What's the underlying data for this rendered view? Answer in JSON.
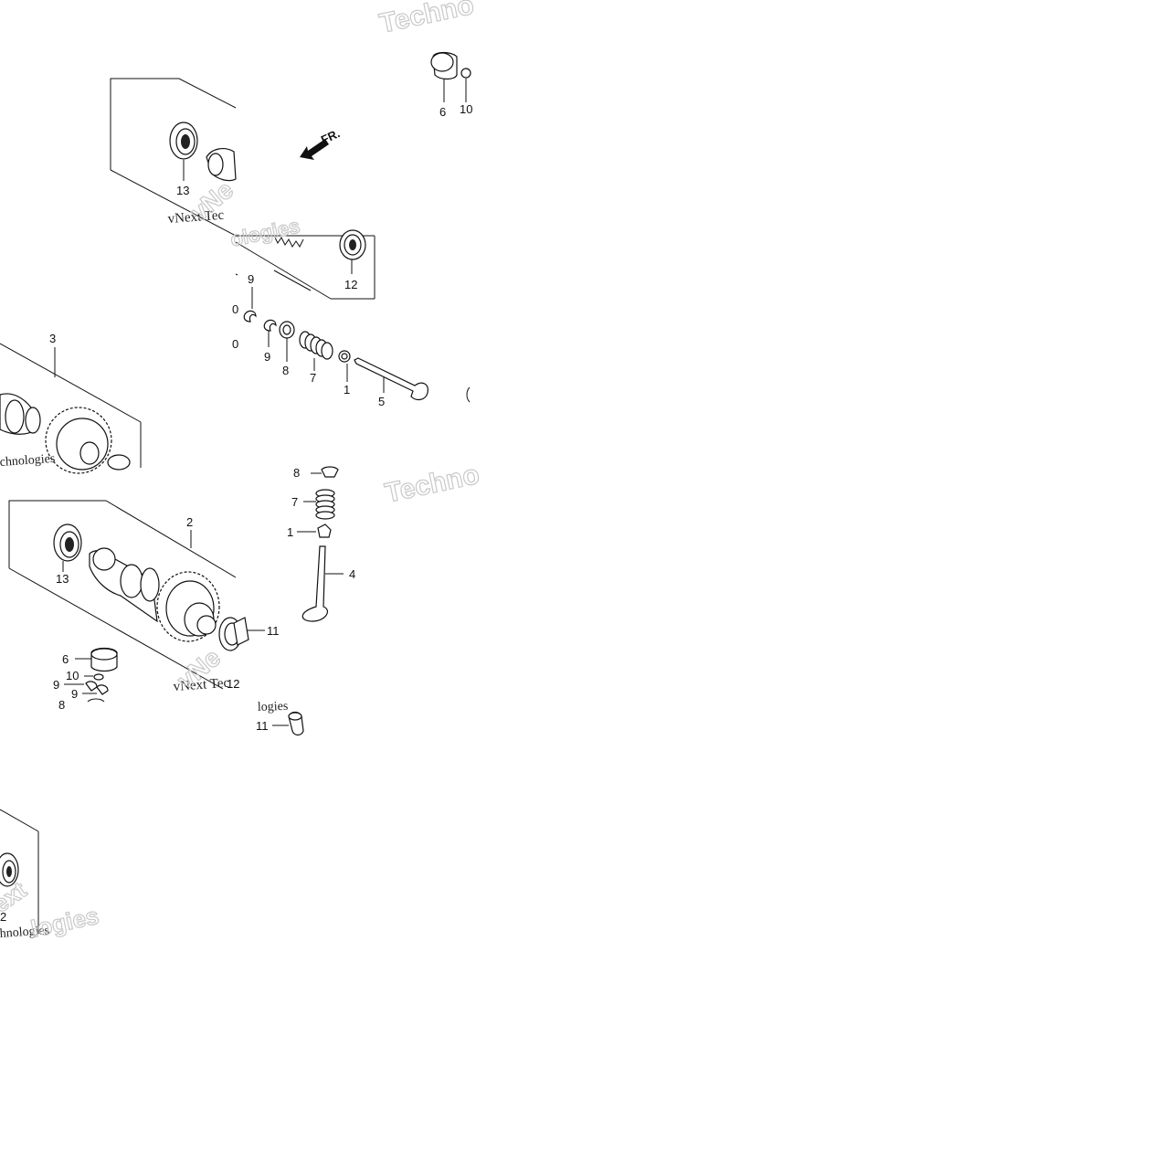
{
  "diagram": {
    "direction_label": "FR.",
    "watermarks": {
      "technologies_a": "Techno",
      "technologies_b": "Techno",
      "vnext_a": "vNext Tec",
      "vnext_b": "vNext Tec",
      "vnext_c": "vNe",
      "vnext_d": "vNe",
      "technologies_c": "chnologies",
      "technologies_d": "hnologies",
      "logies_a": "ologies",
      "logies_b": "logies",
      "logies_c": "logies",
      "next_e": "ext"
    },
    "callouts": {
      "c6_top": "6",
      "c10_top": "10",
      "c13_top": "13",
      "c12_top": "12",
      "c9_a": "9",
      "c9_b": "9",
      "c8_a": "8",
      "c7_a": "7",
      "c1_a": "1",
      "c5": "5",
      "c3": "3",
      "c0_a": "0",
      "c0_b": "0",
      "c8_b": "8",
      "c7_b": "7",
      "c1_b": "1",
      "c4": "4",
      "c2": "2",
      "c13_mid": "13",
      "c11_a": "11",
      "c6_mid": "6",
      "c10_mid": "10",
      "c9_c": "9",
      "c9_d": "9",
      "c8_c": "8",
      "c12_mid": "12",
      "c11_b": "11",
      "c2_low": "2"
    }
  }
}
